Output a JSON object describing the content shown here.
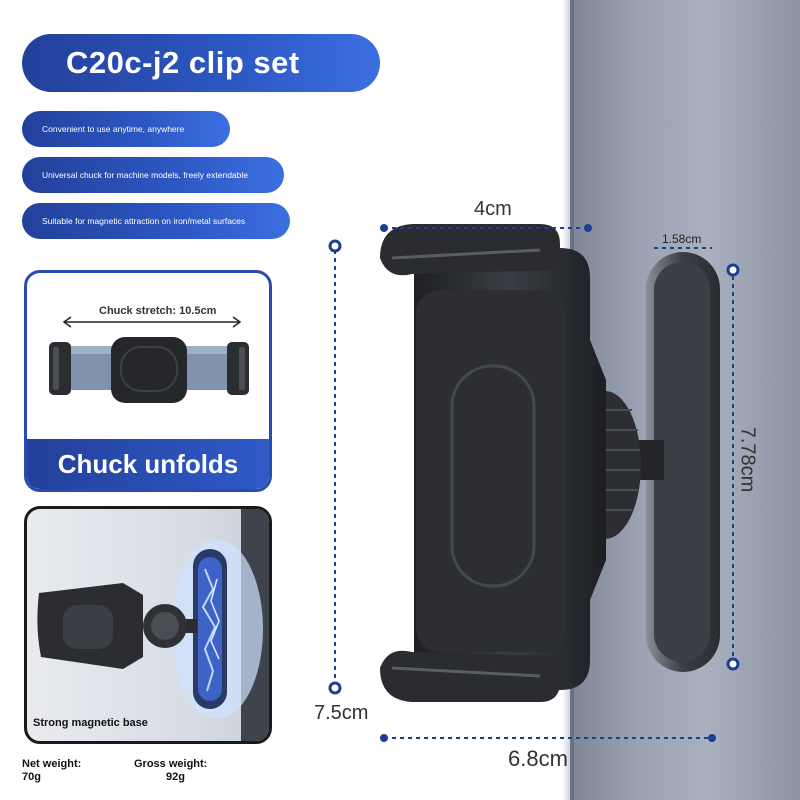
{
  "title": "C20c-j2 clip set",
  "features": [
    "Convenient to use anytime, anywhere",
    "Universal chuck for machine models, freely extendable",
    "Suitable for magnetic attraction on iron/metal surfaces"
  ],
  "unfold_panel": {
    "stretch_label": "Chuck stretch: 10.5cm",
    "caption": "Chuck unfolds"
  },
  "magnet_panel": {
    "caption": "Strong magnetic base"
  },
  "weights": {
    "net_label": "Net weight:",
    "net_value": "70g",
    "gross_label": "Gross weight:",
    "gross_value": "92g"
  },
  "dimensions": {
    "width_top": "4cm",
    "plate_width": "1.58cm",
    "plate_height": "7.78cm",
    "height_left": "7.5cm",
    "width_bottom": "6.8cm"
  },
  "colors": {
    "brand_blue": "#2d58c4",
    "dim_blue": "#1d3f8f",
    "wall": "#9aa2b3"
  }
}
